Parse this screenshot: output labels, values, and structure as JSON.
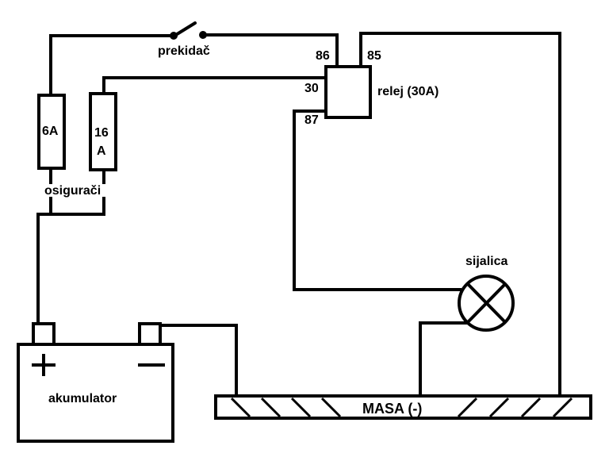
{
  "labels": {
    "switch": "prekidač",
    "pin86": "86",
    "pin85": "85",
    "pin30": "30",
    "pin87": "87",
    "relay": "relej (30A)",
    "fuse_small": "6A",
    "fuse_large_line1": "16",
    "fuse_large_line2": "A",
    "fuses": "osigurači",
    "lamp": "sijalica",
    "battery": "akumulator",
    "ground": "MASA (-)",
    "battery_plus": "+",
    "battery_minus": "−"
  },
  "colors": {
    "ink": "#000000",
    "background": "#ffffff"
  }
}
